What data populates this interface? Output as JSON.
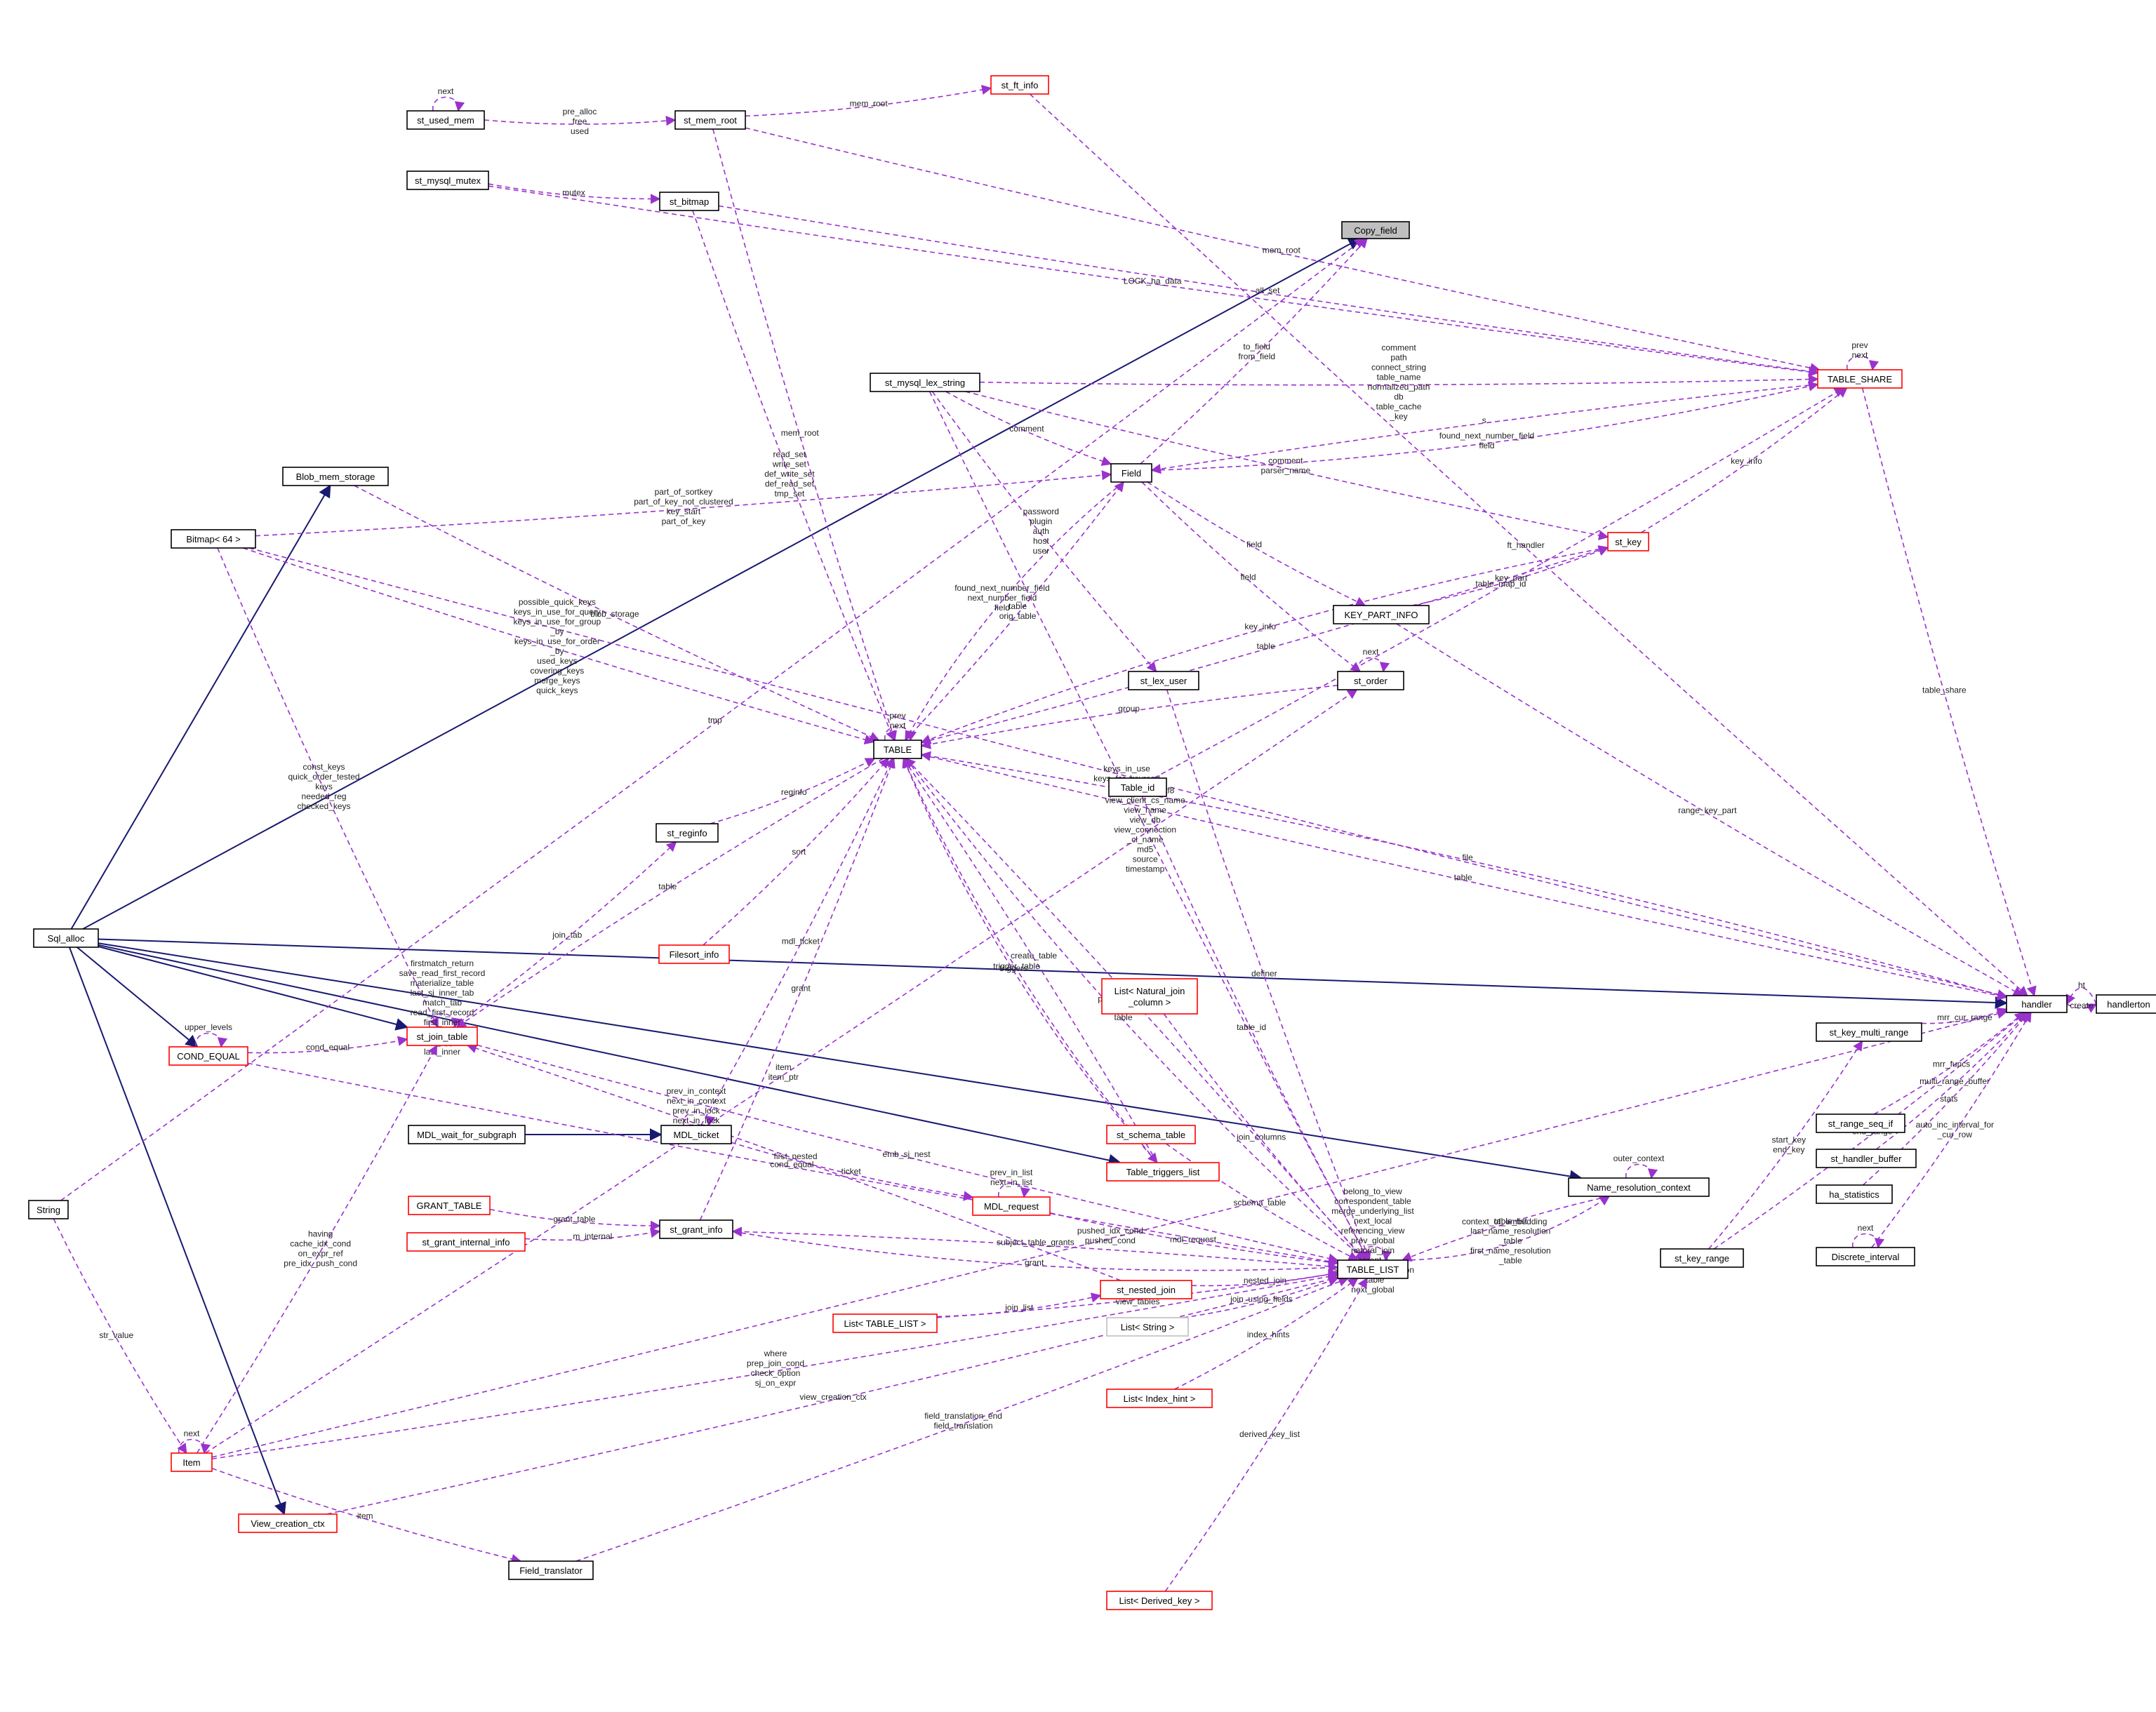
{
  "nodes": [
    {
      "id": "Copy_field",
      "label": "Copy_field",
      "style": "focus"
    },
    {
      "id": "Sql_alloc",
      "label": "Sql_alloc",
      "style": "black"
    },
    {
      "id": "handler",
      "label": "handler",
      "style": "black"
    },
    {
      "id": "handlerton",
      "label": "handlerton",
      "style": "black"
    },
    {
      "id": "TABLE_SHARE",
      "label": "TABLE_SHARE",
      "style": "red"
    },
    {
      "id": "st_ft_info",
      "label": "st_ft_info",
      "style": "red"
    },
    {
      "id": "st_mem_root",
      "label": "st_mem_root",
      "style": "black"
    },
    {
      "id": "st_used_mem",
      "label": "st_used_mem",
      "style": "black"
    },
    {
      "id": "st_mysql_mutex",
      "label": "st_mysql_mutex",
      "style": "black"
    },
    {
      "id": "st_bitmap",
      "label": "st_bitmap",
      "style": "black"
    },
    {
      "id": "st_mysql_lex_string",
      "label": "st_mysql_lex_string",
      "style": "black"
    },
    {
      "id": "Blob_mem_storage",
      "label": "Blob_mem_storage",
      "style": "black"
    },
    {
      "id": "Bitmap64",
      "label": "Bitmap< 64 >",
      "style": "black"
    },
    {
      "id": "Field",
      "label": "Field",
      "style": "black"
    },
    {
      "id": "st_key",
      "label": "st_key",
      "style": "red"
    },
    {
      "id": "KEY_PART_INFO",
      "label": "KEY_PART_INFO",
      "style": "black"
    },
    {
      "id": "st_order",
      "label": "st_order",
      "style": "black"
    },
    {
      "id": "st_lex_user",
      "label": "st_lex_user",
      "style": "black"
    },
    {
      "id": "TABLE",
      "label": "TABLE",
      "style": "black"
    },
    {
      "id": "Table_id",
      "label": "Table_id",
      "style": "black"
    },
    {
      "id": "st_reginfo",
      "label": "st_reginfo",
      "style": "black"
    },
    {
      "id": "Filesort_info",
      "label": "Filesort_info",
      "style": "red"
    },
    {
      "id": "COND_EQUAL",
      "label": "COND_EQUAL",
      "style": "red"
    },
    {
      "id": "st_join_table",
      "label": "st_join_table",
      "style": "red"
    },
    {
      "id": "List_Natural_join_column",
      "label": "List< Natural_join\n_column >",
      "style": "red"
    },
    {
      "id": "MDL_wait_for_subgraph",
      "label": "MDL_wait_for_subgraph",
      "style": "black"
    },
    {
      "id": "MDL_ticket",
      "label": "MDL_ticket",
      "style": "black"
    },
    {
      "id": "st_schema_table",
      "label": "st_schema_table",
      "style": "red"
    },
    {
      "id": "Table_triggers_list",
      "label": "Table_triggers_list",
      "style": "red"
    },
    {
      "id": "String",
      "label": "String",
      "style": "black"
    },
    {
      "id": "GRANT_TABLE",
      "label": "GRANT_TABLE",
      "style": "red"
    },
    {
      "id": "st_grant_internal_info",
      "label": "st_grant_internal_info",
      "style": "red"
    },
    {
      "id": "st_grant_info",
      "label": "st_grant_info",
      "style": "black"
    },
    {
      "id": "MDL_request",
      "label": "MDL_request",
      "style": "red"
    },
    {
      "id": "TABLE_LIST",
      "label": "TABLE_LIST",
      "style": "black"
    },
    {
      "id": "Name_resolution_context",
      "label": "Name_resolution_context",
      "style": "black"
    },
    {
      "id": "st_nested_join",
      "label": "st_nested_join",
      "style": "red"
    },
    {
      "id": "List_TABLE_LIST",
      "label": "List< TABLE_LIST >",
      "style": "red"
    },
    {
      "id": "List_String",
      "label": "List< String >",
      "style": "gray"
    },
    {
      "id": "List_Index_hint",
      "label": "List< Index_hint >",
      "style": "red"
    },
    {
      "id": "Item",
      "label": "Item",
      "style": "red"
    },
    {
      "id": "View_creation_ctx",
      "label": "View_creation_ctx",
      "style": "red"
    },
    {
      "id": "Field_translator",
      "label": "Field_translator",
      "style": "black"
    },
    {
      "id": "List_Derived_key",
      "label": "List< Derived_key >",
      "style": "red"
    },
    {
      "id": "st_key_multi_range",
      "label": "st_key_multi_range",
      "style": "black"
    },
    {
      "id": "st_range_seq_if",
      "label": "st_range_seq_if",
      "style": "black"
    },
    {
      "id": "st_handler_buffer",
      "label": "st_handler_buffer",
      "style": "black"
    },
    {
      "id": "ha_statistics",
      "label": "ha_statistics",
      "style": "black"
    },
    {
      "id": "st_key_range",
      "label": "st_key_range",
      "style": "black"
    },
    {
      "id": "Discrete_interval",
      "label": "Discrete_interval",
      "style": "black"
    }
  ],
  "edges": [
    {
      "from": "Sql_alloc",
      "to": "Copy_field",
      "kind": "inheritance",
      "label": ""
    },
    {
      "from": "Sql_alloc",
      "to": "handler",
      "kind": "inheritance",
      "label": ""
    },
    {
      "from": "Sql_alloc",
      "to": "Blob_mem_storage",
      "kind": "inheritance",
      "label": ""
    },
    {
      "from": "Sql_alloc",
      "to": "COND_EQUAL",
      "kind": "inheritance",
      "label": ""
    },
    {
      "from": "Sql_alloc",
      "to": "st_join_table",
      "kind": "inheritance",
      "label": ""
    },
    {
      "from": "Sql_alloc",
      "to": "Table_triggers_list",
      "kind": "inheritance",
      "label": ""
    },
    {
      "from": "Sql_alloc",
      "to": "View_creation_ctx",
      "kind": "inheritance",
      "label": ""
    },
    {
      "from": "Sql_alloc",
      "to": "Name_resolution_context",
      "kind": "inheritance",
      "label": ""
    },
    {
      "from": "MDL_wait_for_subgraph",
      "to": "MDL_ticket",
      "kind": "inheritance",
      "label": ""
    },
    {
      "from": "st_ft_info",
      "to": "handler",
      "kind": "usage",
      "label": "ft_handler"
    },
    {
      "from": "Bitmap64",
      "to": "handler",
      "kind": "usage",
      "label": "keys_in_use\nkeys_for_keyread"
    },
    {
      "from": "st_mem_root",
      "to": "st_ft_info",
      "kind": "usage",
      "label": "mem_root"
    },
    {
      "from": "st_used_mem",
      "to": "st_mem_root",
      "kind": "usage",
      "label": "pre_alloc\nfree\nused"
    },
    {
      "from": "st_used_mem",
      "to": "st_used_mem",
      "kind": "usage",
      "label": "next"
    },
    {
      "from": "st_mem_root",
      "to": "TABLE_SHARE",
      "kind": "usage",
      "label": "mem_root"
    },
    {
      "from": "st_mysql_mutex",
      "to": "TABLE_SHARE",
      "kind": "usage",
      "label": "LOCK_ha_data"
    },
    {
      "from": "st_mysql_mutex",
      "to": "st_bitmap",
      "kind": "usage",
      "label": "mutex"
    },
    {
      "from": "st_bitmap",
      "to": "TABLE_SHARE",
      "kind": "usage",
      "label": "all_set"
    },
    {
      "from": "String",
      "to": "Copy_field",
      "kind": "usage",
      "label": "tmp"
    },
    {
      "from": "Field",
      "to": "Copy_field",
      "kind": "usage",
      "label": "to_field\nfrom_field"
    },
    {
      "from": "st_mysql_lex_string",
      "to": "TABLE_SHARE",
      "kind": "usage",
      "label": "comment\npath\nconnect_string\ntable_name\nnormalized_path\ndb\ntable_cache\n_key"
    },
    {
      "from": "Bitmap64",
      "to": "Field",
      "kind": "usage",
      "label": "part_of_sortkey\npart_of_key_not_clustered\nkey_start\npart_of_key"
    },
    {
      "from": "TABLE_SHARE",
      "to": "TABLE_SHARE",
      "kind": "usage",
      "label": "prev\nnext"
    },
    {
      "from": "st_mysql_lex_string",
      "to": "st_key",
      "kind": "usage",
      "label": "comment\nparser_name"
    },
    {
      "from": "st_mysql_lex_string",
      "to": "Field",
      "kind": "usage",
      "label": "comment"
    },
    {
      "from": "TABLE_SHARE",
      "to": "Field",
      "kind": "usage",
      "label": "s"
    },
    {
      "from": "st_mem_root",
      "to": "TABLE",
      "kind": "usage",
      "label": "mem_root"
    },
    {
      "from": "Item",
      "to": "st_order",
      "kind": "usage",
      "label": "item\nitem_ptr"
    },
    {
      "from": "st_bitmap",
      "to": "TABLE",
      "kind": "usage",
      "label": "read_set\nwrite_set\ndef_write_set\ndef_read_set\ntmp_set"
    },
    {
      "from": "TABLE",
      "to": "Field",
      "kind": "usage",
      "label": "table\norig_table"
    },
    {
      "from": "Field",
      "to": "TABLE_SHARE",
      "kind": "usage",
      "label": "found_next_number_field\nfield"
    },
    {
      "from": "st_key",
      "to": "TABLE_SHARE",
      "kind": "usage",
      "label": "key_info"
    },
    {
      "from": "Blob_mem_storage",
      "to": "TABLE",
      "kind": "usage",
      "label": "blob_storage"
    },
    {
      "from": "Field",
      "to": "TABLE",
      "kind": "usage",
      "label": "found_next_number_field\nnext_number_field\nfield"
    },
    {
      "from": "Field",
      "to": "KEY_PART_INFO",
      "kind": "usage",
      "label": "field"
    },
    {
      "from": "Field",
      "to": "st_order",
      "kind": "usage",
      "label": "field"
    },
    {
      "from": "TABLE",
      "to": "st_key",
      "kind": "usage",
      "label": "table"
    },
    {
      "from": "st_mysql_lex_string",
      "to": "st_lex_user",
      "kind": "usage",
      "label": "password\nplugin\nauth\nhost\nuser"
    },
    {
      "from": "st_key",
      "to": "TABLE",
      "kind": "usage",
      "label": "key_info"
    },
    {
      "from": "KEY_PART_INFO",
      "to": "st_key",
      "kind": "usage",
      "label": "key_part"
    },
    {
      "from": "st_order",
      "to": "TABLE",
      "kind": "usage",
      "label": "group"
    },
    {
      "from": "st_order",
      "to": "st_order",
      "kind": "usage",
      "label": "next"
    },
    {
      "from": "KEY_PART_INFO",
      "to": "handler",
      "kind": "usage",
      "label": "range_key_part"
    },
    {
      "from": "Bitmap64",
      "to": "TABLE",
      "kind": "usage",
      "label": "possible_quick_keys\nkeys_in_use_for_query\nkeys_in_use_for_group\n_by\nkeys_in_use_for_order\n_by\nused_keys\ncovering_keys\nmerge_keys\nquick_keys"
    },
    {
      "from": "TABLE",
      "to": "TABLE",
      "kind": "usage",
      "label": "prev\nnext"
    },
    {
      "from": "TABLE",
      "to": "handler",
      "kind": "usage",
      "label": "table"
    },
    {
      "from": "TABLE_SHARE",
      "to": "handler",
      "kind": "usage",
      "label": "table_share"
    },
    {
      "from": "Table_id",
      "to": "TABLE_SHARE",
      "kind": "usage",
      "label": "table_map_id"
    },
    {
      "from": "handler",
      "to": "TABLE",
      "kind": "usage",
      "label": "file"
    },
    {
      "from": "Bitmap64",
      "to": "st_join_table",
      "kind": "usage",
      "label": "const_keys\nquick_order_tested\nkeys\nneeded_reg\nchecked_keys"
    },
    {
      "from": "st_reginfo",
      "to": "TABLE",
      "kind": "usage",
      "label": "reginfo"
    },
    {
      "from": "st_lex_user",
      "to": "TABLE_LIST",
      "kind": "usage",
      "label": "definer"
    },
    {
      "from": "st_join_table",
      "to": "st_reginfo",
      "kind": "usage",
      "label": "join_tab"
    },
    {
      "from": "TABLE",
      "to": "st_join_table",
      "kind": "usage",
      "label": "table"
    },
    {
      "from": "st_mysql_lex_string",
      "to": "TABLE_LIST",
      "kind": "usage",
      "label": "select_stmt\nview_body_utf8\nview_client_cs_name\nview_name\nview_db\nview_connection\n_cl_name\nmd5\nsource\ntimestamp"
    },
    {
      "from": "Table_id",
      "to": "TABLE_LIST",
      "kind": "usage",
      "label": "table_id"
    },
    {
      "from": "Filesort_info",
      "to": "TABLE",
      "kind": "usage",
      "label": "sort"
    },
    {
      "from": "st_join_table",
      "to": "st_join_table",
      "kind": "usage",
      "label": "firstmatch_return\nsave_read_first_record\nmaterialize_table\nlast_sj_inner_tab\nmatch_tab\nread_first_record\nfirst_inner\nfirst_unmatched\nfirst_upper\nlast_inner"
    },
    {
      "from": "MDL_ticket",
      "to": "TABLE",
      "kind": "usage",
      "label": "mdl_ticket"
    },
    {
      "from": "List_Natural_join_column",
      "to": "TABLE_LIST",
      "kind": "usage",
      "label": "join_columns"
    },
    {
      "from": "COND_EQUAL",
      "to": "COND_EQUAL",
      "kind": "usage",
      "label": "upper_levels"
    },
    {
      "from": "COND_EQUAL",
      "to": "st_join_table",
      "kind": "usage",
      "label": "cond_equal"
    },
    {
      "from": "TABLE_LIST",
      "to": "TABLE",
      "kind": "usage",
      "label": "pos_in_locked_tables\npos_in_table_list"
    },
    {
      "from": "handler",
      "to": "handlerton",
      "kind": "usage",
      "label": "create"
    },
    {
      "from": "handlerton",
      "to": "handler",
      "kind": "usage",
      "label": "ht"
    },
    {
      "from": "st_key_multi_range",
      "to": "handler",
      "kind": "usage",
      "label": "mrr_cur_range"
    },
    {
      "from": "st_key_range",
      "to": "st_key_multi_range",
      "kind": "usage",
      "label": "start_key\nend_key"
    },
    {
      "from": "st_key_range",
      "to": "handler",
      "kind": "usage",
      "label": "end_range"
    },
    {
      "from": "Table_triggers_list",
      "to": "TABLE",
      "kind": "usage",
      "label": "create_table"
    },
    {
      "from": "TABLE",
      "to": "Table_triggers_list",
      "kind": "usage",
      "label": "trigger_table"
    },
    {
      "from": "Item",
      "to": "st_join_table",
      "kind": "usage",
      "label": "having\ncache_idx_cond\non_expr_ref\npre_idx_push_cond"
    },
    {
      "from": "MDL_ticket",
      "to": "MDL_ticket",
      "kind": "usage",
      "label": "prev_in_context\nnext_in_context\nprev_in_lock\nnext_in_lock"
    },
    {
      "from": "TABLE",
      "to": "TABLE_LIST",
      "kind": "usage",
      "label": "table"
    },
    {
      "from": "TABLE_LIST",
      "to": "TABLE_LIST",
      "kind": "usage",
      "label": "belong_to_view\ncorrespondent_table\nmerge_underlying_list\nnext_local\nreferencing_view\nprev_global\nnatural_join\nparent_l\nnext_name_resolution\n_table\nnext_global"
    },
    {
      "from": "st_range_seq_if",
      "to": "handler",
      "kind": "usage",
      "label": "mrr_funcs"
    },
    {
      "from": "MDL_ticket",
      "to": "MDL_request",
      "kind": "usage",
      "label": "ticket"
    },
    {
      "from": "st_schema_table",
      "to": "TABLE_LIST",
      "kind": "usage",
      "label": "schema_table"
    },
    {
      "from": "Name_resolution_context",
      "to": "Name_resolution_context",
      "kind": "usage",
      "label": "outer_context"
    },
    {
      "from": "Table_triggers_list",
      "to": "TABLE",
      "kind": "usage",
      "label": "triggers"
    },
    {
      "from": "st_handler_buffer",
      "to": "handler",
      "kind": "usage",
      "label": "multi_range_buffer"
    },
    {
      "from": "st_grant_info",
      "to": "TABLE",
      "kind": "usage",
      "label": "grant"
    },
    {
      "from": "st_join_table",
      "to": "TABLE_LIST",
      "kind": "usage",
      "label": "emb_sj_nest"
    },
    {
      "from": "MDL_request",
      "to": "MDL_request",
      "kind": "usage",
      "label": "prev_in_list\nnext_in_list"
    },
    {
      "from": "Name_resolution_context",
      "to": "TABLE_LIST",
      "kind": "usage",
      "label": "context_of_embedding"
    },
    {
      "from": "ha_statistics",
      "to": "handler",
      "kind": "usage",
      "label": "stats"
    },
    {
      "from": "GRANT_TABLE",
      "to": "st_grant_info",
      "kind": "usage",
      "label": "grant_table"
    },
    {
      "from": "MDL_request",
      "to": "TABLE_LIST",
      "kind": "usage",
      "label": "mdl_request"
    },
    {
      "from": "st_grant_internal_info",
      "to": "st_grant_info",
      "kind": "usage",
      "label": "m_internal"
    },
    {
      "from": "TABLE_LIST",
      "to": "st_grant_info",
      "kind": "usage",
      "label": "subject_table_grants"
    },
    {
      "from": "TABLE_LIST",
      "to": "Name_resolution_context",
      "kind": "usage",
      "label": "table_list\nlast_name_resolution\n_table\nfirst_name_resolution\n_table"
    },
    {
      "from": "Discrete_interval",
      "to": "handler",
      "kind": "usage",
      "label": "auto_inc_interval_for\n_cur_row"
    },
    {
      "from": "Discrete_interval",
      "to": "Discrete_interval",
      "kind": "usage",
      "label": "next"
    },
    {
      "from": "st_nested_join",
      "to": "st_join_table",
      "kind": "usage",
      "label": "first_nested"
    },
    {
      "from": "st_nested_join",
      "to": "TABLE_LIST",
      "kind": "usage",
      "label": "nested_join"
    },
    {
      "from": "List_TABLE_LIST",
      "to": "st_nested_join",
      "kind": "usage",
      "label": "join_list"
    },
    {
      "from": "List_String",
      "to": "TABLE_LIST",
      "kind": "usage",
      "label": "join_using_fields"
    },
    {
      "from": "st_grant_info",
      "to": "TABLE_LIST",
      "kind": "usage",
      "label": "grant"
    },
    {
      "from": "String",
      "to": "Item",
      "kind": "usage",
      "label": "str_value"
    },
    {
      "from": "List_Index_hint",
      "to": "TABLE_LIST",
      "kind": "usage",
      "label": "index_hints"
    },
    {
      "from": "List_TABLE_LIST",
      "to": "TABLE_LIST",
      "kind": "usage",
      "label": "join_list\nview_tables"
    },
    {
      "from": "Item",
      "to": "Item",
      "kind": "usage",
      "label": "next"
    },
    {
      "from": "COND_EQUAL",
      "to": "TABLE_LIST",
      "kind": "usage",
      "label": "cond_equal"
    },
    {
      "from": "View_creation_ctx",
      "to": "TABLE_LIST",
      "kind": "usage",
      "label": "view_creation_ctx"
    },
    {
      "from": "Item",
      "to": "Field_translator",
      "kind": "usage",
      "label": "item"
    },
    {
      "from": "Field_translator",
      "to": "TABLE_LIST",
      "kind": "usage",
      "label": "field_translation_end\nfield_translation"
    },
    {
      "from": "List_Derived_key",
      "to": "TABLE_LIST",
      "kind": "usage",
      "label": "derived_key_list"
    },
    {
      "from": "Item",
      "to": "TABLE_LIST",
      "kind": "usage",
      "label": "where\nprep_join_cond\ncheck_option\nsj_on_expr"
    },
    {
      "from": "Item",
      "to": "handler",
      "kind": "usage",
      "label": "pushed_idx_cond\npushed_cond"
    }
  ]
}
